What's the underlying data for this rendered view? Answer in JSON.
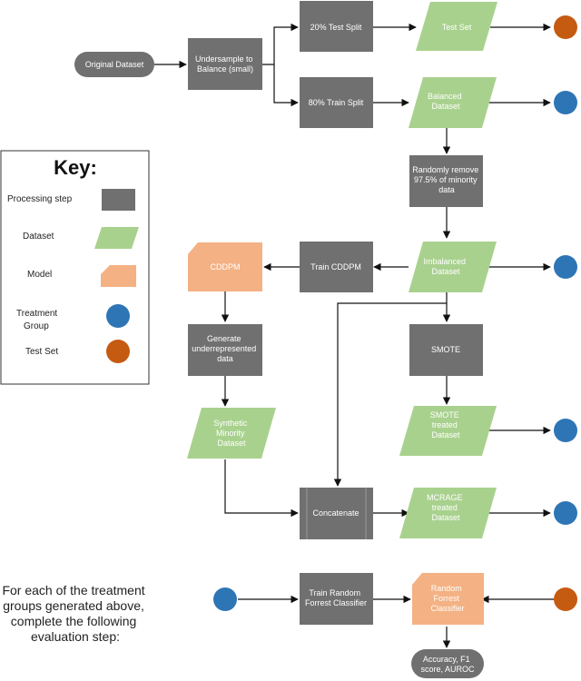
{
  "colors": {
    "process": "#707070",
    "dataset": "#a9d18e",
    "model": "#f4b183",
    "treatment": "#2e75b6",
    "test": "#c55a11",
    "edge": "#111111"
  },
  "nodes": {
    "original_dataset": "Original Dataset",
    "undersample": [
      "Undersample to",
      "Balance (small)"
    ],
    "test_split": "20% Test Split",
    "train_split": "80% Train Split",
    "test_set": "Test Set",
    "balanced_dataset": [
      "Balanced",
      "Dataset"
    ],
    "random_remove": [
      "Randomly remove",
      "97.5% of minority",
      "data"
    ],
    "imbalanced_dataset": [
      "Imbalanced",
      "Dataset"
    ],
    "train_cddpm": "Train CDDPM",
    "cddpm": "CDDPM",
    "generate": [
      "Generate",
      "underrepresented",
      "data"
    ],
    "smote": "SMOTE",
    "synthetic": [
      "Synthetic",
      "Minority",
      "Dataset"
    ],
    "smote_treated": [
      "SMOTE",
      "treated",
      "Dataset"
    ],
    "concatenate": "Concatenate",
    "mcrage_treated": [
      "MCRAGE",
      "treated",
      "Dataset"
    ],
    "train_rf": [
      "Train Random",
      "Forrest Classifier"
    ],
    "rf_classifier": [
      "Random",
      "Forrest",
      "Classifier"
    ],
    "metrics": [
      "Accuracy, F1",
      "score, AUROC"
    ]
  },
  "key": {
    "title": "Key:",
    "items": [
      "Processing step",
      "Dataset",
      "Model",
      [
        "Treatment",
        "Group"
      ],
      "Test Set"
    ]
  },
  "note": [
    "For each of the treatment",
    "groups generated above,",
    "complete the following",
    "evaluation step:"
  ]
}
